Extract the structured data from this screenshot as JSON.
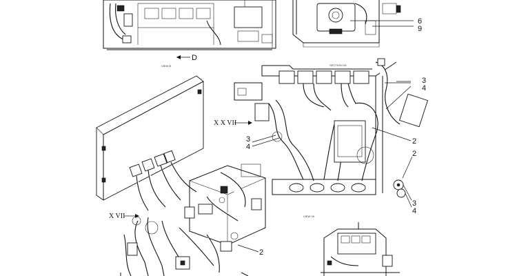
{
  "callouts": {
    "top_right_6": "6",
    "top_right_9": "9",
    "right_3a": "3",
    "right_4a": "4",
    "right_2a": "2",
    "right_2b": "2",
    "right_3b": "3",
    "right_4b": "4",
    "mid_3": "3",
    "mid_4": "4",
    "bottom_2": "2"
  },
  "view_refs": {
    "xxvii": "X X VII",
    "xvii": "X VII",
    "arrow_d": "D"
  },
  "captions": {
    "view_b": "VIEW B",
    "section_dd": "SECTION DD",
    "view_vii": "VIEW VII"
  }
}
